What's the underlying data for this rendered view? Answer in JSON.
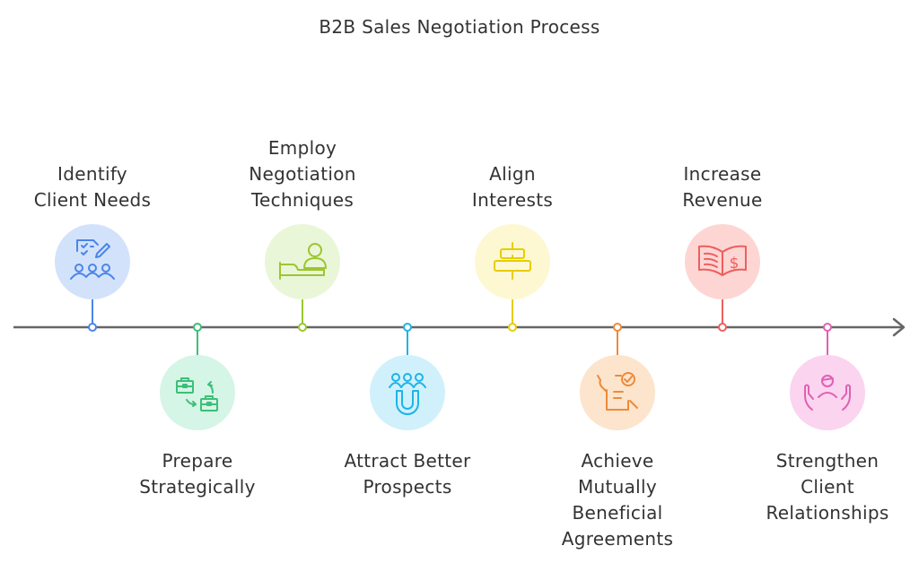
{
  "title": "B2B Sales Negotiation Process",
  "axis_color": "#666666",
  "steps": [
    {
      "label": [
        "Identify",
        "Client Needs"
      ],
      "position": "top",
      "color": "#4a85e8",
      "bg": "#d3e2fb",
      "icon": "checklist-team-icon"
    },
    {
      "label": [
        "Prepare",
        "Strategically"
      ],
      "position": "bottom",
      "color": "#3cbf78",
      "bg": "#d5f5e6",
      "icon": "briefcase-exchange-icon"
    },
    {
      "label": [
        "Employ",
        "Negotiation",
        "Techniques"
      ],
      "position": "top",
      "color": "#9cc62e",
      "bg": "#eaf6d8",
      "icon": "person-desk-icon"
    },
    {
      "label": [
        "Attract Better",
        "Prospects"
      ],
      "position": "bottom",
      "color": "#1eb4e6",
      "bg": "#d0f1fc",
      "icon": "magnet-people-icon"
    },
    {
      "label": [
        "Align",
        "Interests"
      ],
      "position": "top",
      "color": "#e8cc00",
      "bg": "#fdf8d2",
      "icon": "align-center-icon"
    },
    {
      "label": [
        "Achieve",
        "Mutually",
        "Beneficial",
        "Agreements"
      ],
      "position": "bottom",
      "color": "#ee8a3a",
      "bg": "#fde4cc",
      "icon": "signed-agreement-icon"
    },
    {
      "label": [
        "Increase",
        "Revenue"
      ],
      "position": "top",
      "color": "#ee5e5e",
      "bg": "#fdd6d3",
      "icon": "revenue-book-icon"
    },
    {
      "label": [
        "Strengthen",
        "Client",
        "Relationships"
      ],
      "position": "bottom",
      "color": "#e060b4",
      "bg": "#fbd4ef",
      "icon": "caring-hands-icon"
    }
  ]
}
